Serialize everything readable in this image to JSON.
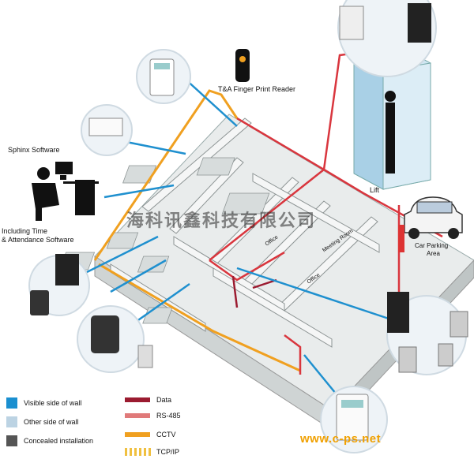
{
  "labels": {
    "fingerprint": "T&A Finger Print Reader",
    "sphinx": "Sphinx Software",
    "time_attendance_1": "Including Time",
    "time_attendance_2": "& Attendance Software",
    "lift": "Lift",
    "car_parking_1": "Car Parking",
    "car_parking_2": "Area",
    "office_1": "Office",
    "office_2": "Office",
    "meeting_room": "Meeting Room"
  },
  "legend": {
    "visible": "Visible side of wall",
    "other": "Other side of wall",
    "concealed": "Concealed installation",
    "data": "Data",
    "rs485": "RS-485",
    "cctv": "CCTV",
    "tcpip": "TCP/IP"
  },
  "colors": {
    "visible": "#1a8fd0",
    "other": "#bcd3e3",
    "concealed": "#555555",
    "data": "#9b1b30",
    "rs485": "#e07a7a",
    "cctv": "#f0a020",
    "tcpip": "#f0c040",
    "cable_blue": "#1f90cf",
    "cable_red": "#d9363e"
  },
  "watermark": "www.c-ps.net",
  "cn_watermark": "海科讯鑫科技有限公司"
}
